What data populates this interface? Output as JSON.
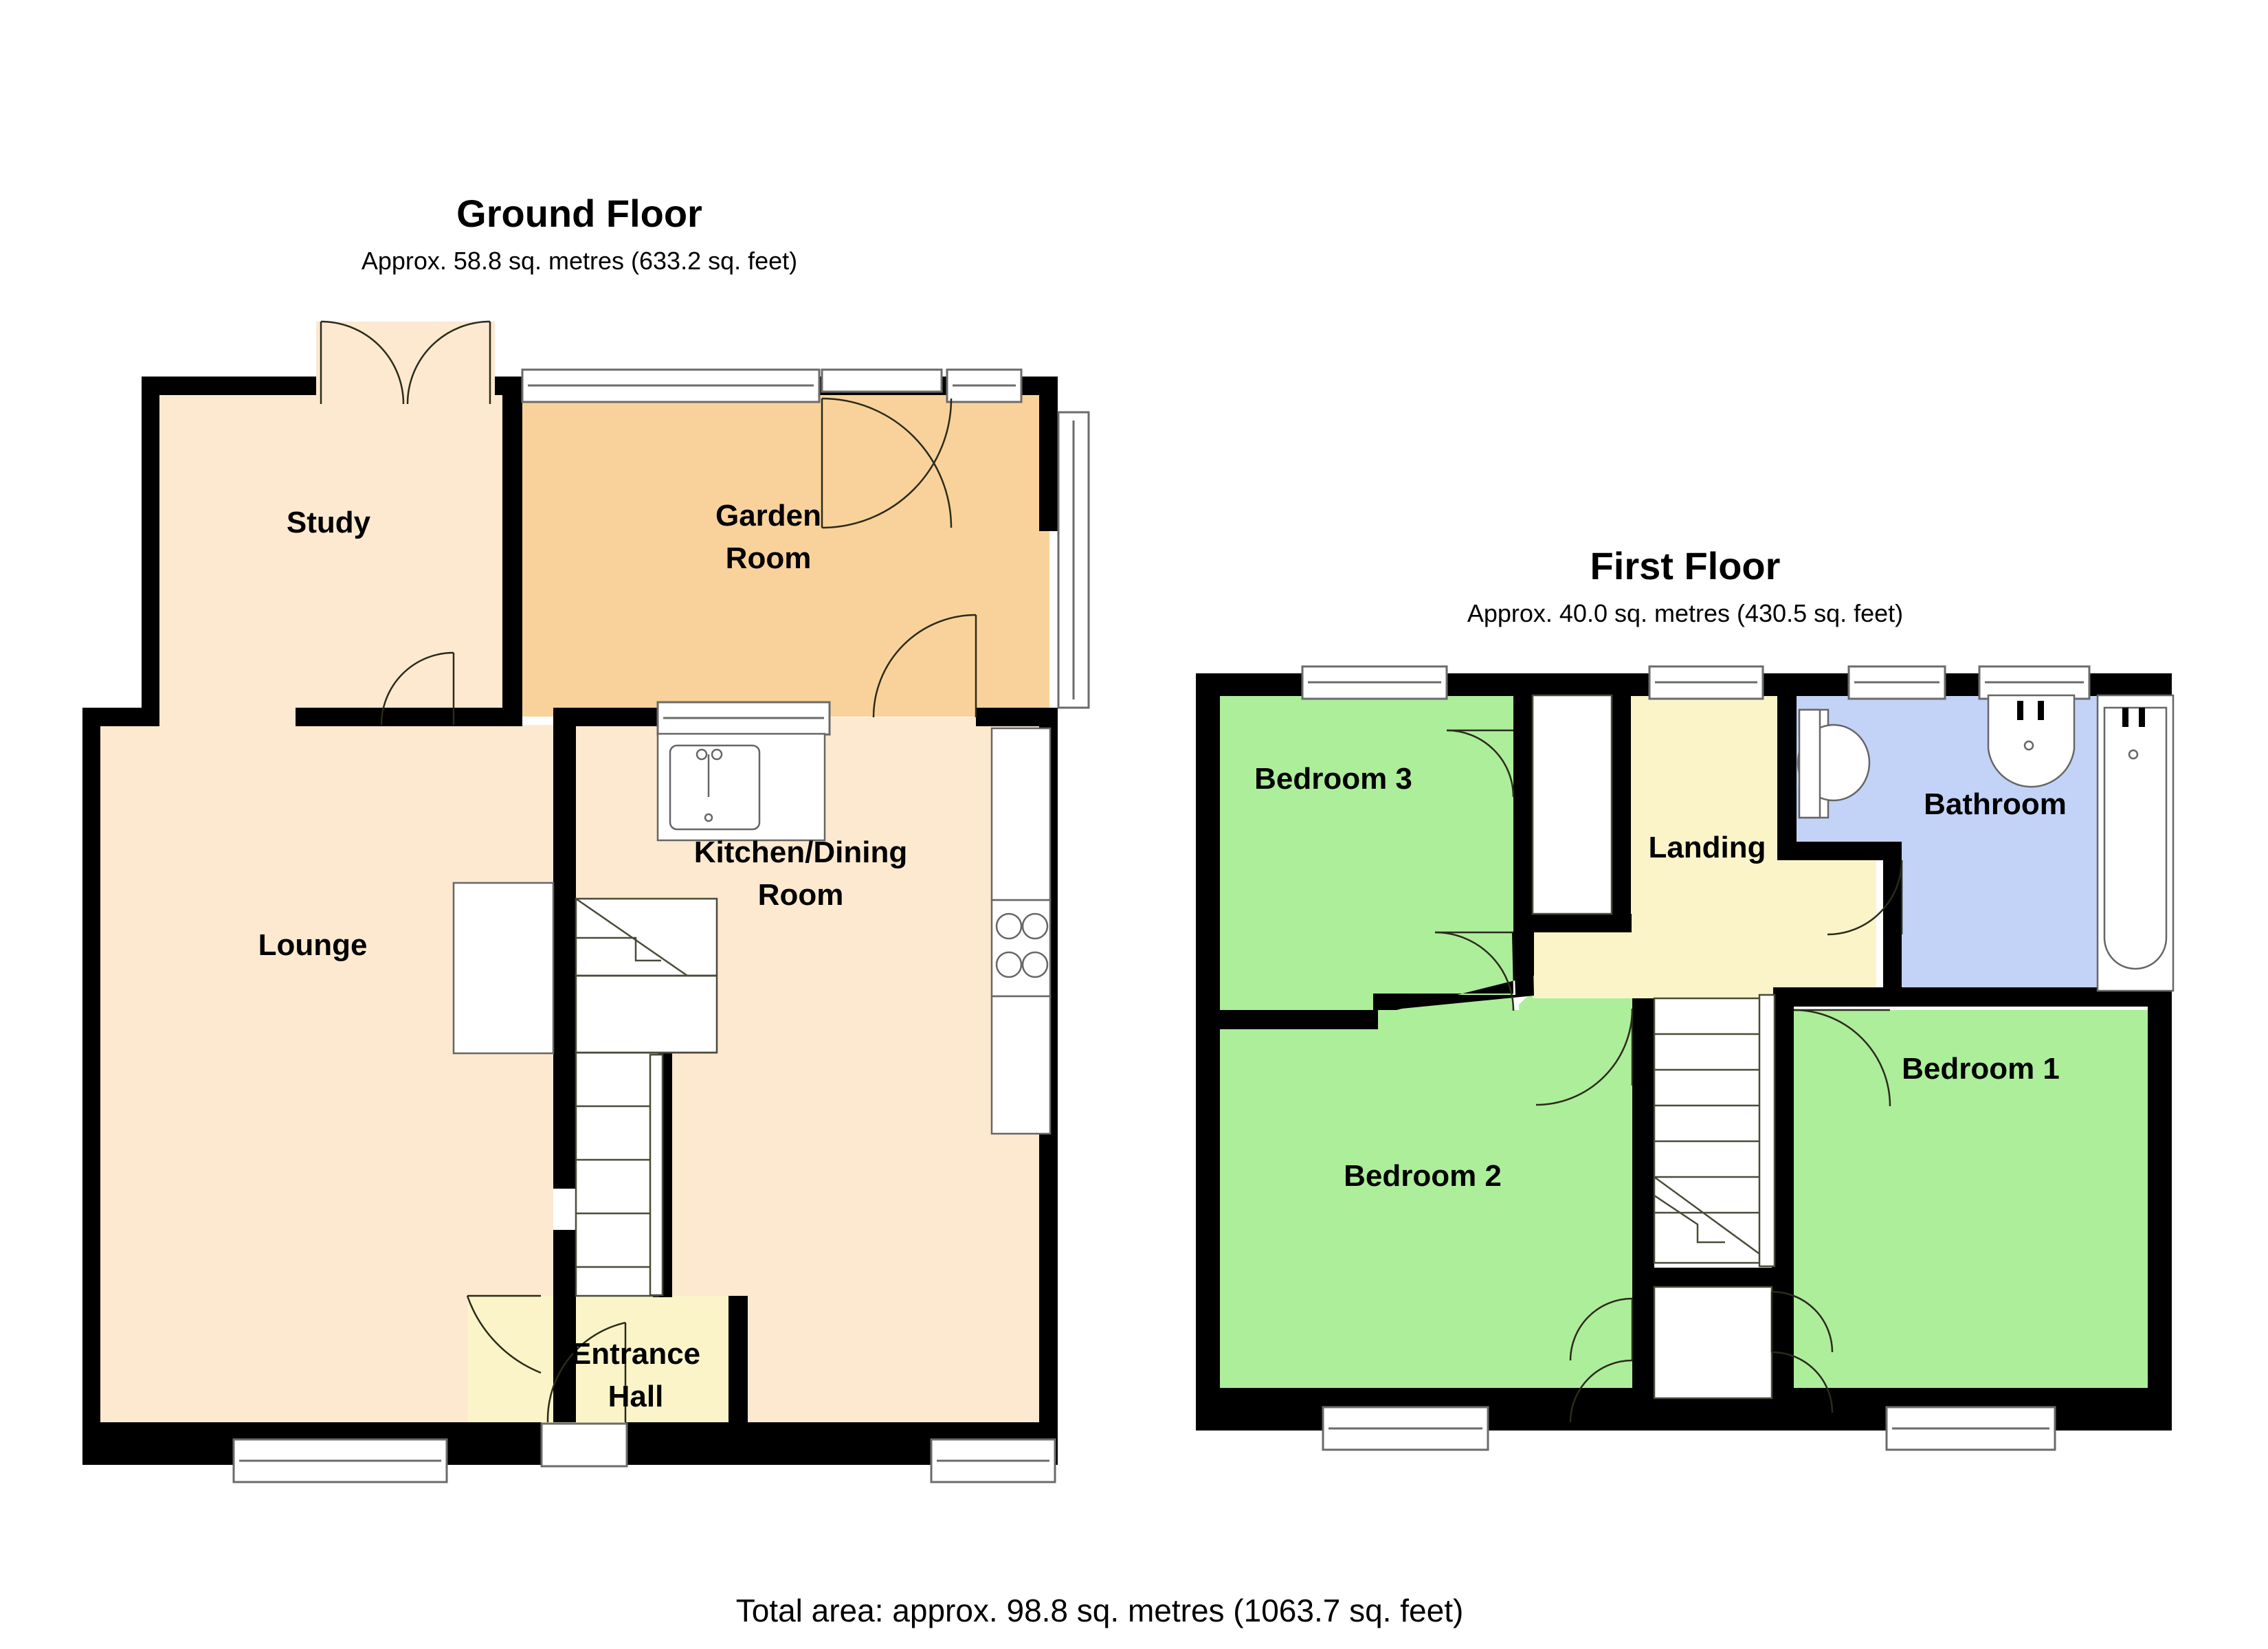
{
  "document": {
    "type": "floor-plan",
    "total_area_text": "Total area: approx. 98.8 sq. metres (1063.7 sq. feet)"
  },
  "ground_floor": {
    "title": "Ground Floor",
    "subtitle": "Approx. 58.8 sq. metres (633.2 sq. feet)",
    "area_metres": "58.8",
    "area_feet": "633.2",
    "rooms": [
      {
        "name": "Study",
        "label": "Study",
        "fill": "#FCE9D0"
      },
      {
        "name": "Garden Room",
        "label_line1": "Garden",
        "label_line2": "Room",
        "fill": "#F9D29B"
      },
      {
        "name": "Lounge",
        "label": "Lounge",
        "fill": "#FCE9D0"
      },
      {
        "name": "Kitchen/Dining Room",
        "label_line1": "Kitchen/Dining",
        "label_line2": "Room",
        "fill": "#FCE9D0"
      },
      {
        "name": "Entrance Hall",
        "label_line1": "Entrance",
        "label_line2": "Hall",
        "fill": "#FAF4C8"
      }
    ]
  },
  "first_floor": {
    "title": "First Floor",
    "subtitle": "Approx. 40.0 sq. metres (430.5 sq. feet)",
    "area_metres": "40.0",
    "area_feet": "430.5",
    "rooms": [
      {
        "name": "Bedroom 3",
        "label": "Bedroom 3",
        "fill": "#ADEE9B"
      },
      {
        "name": "Landing",
        "label": "Landing",
        "fill": "#FAF4C8"
      },
      {
        "name": "Bathroom",
        "label": "Bathroom",
        "fill": "#C3D3F7"
      },
      {
        "name": "Bedroom 1",
        "label": "Bedroom 1",
        "fill": "#ADEE9B"
      },
      {
        "name": "Bedroom 2",
        "label": "Bedroom 2",
        "fill": "#ADEE9B"
      }
    ]
  },
  "colors": {
    "wall": "#000000",
    "cream": "#FCE9D0",
    "orange": "#F9D29B",
    "yellow": "#FAF4C8",
    "green": "#ADEE9B",
    "blue": "#C3D3F7",
    "white": "#FFFFFF",
    "background": "#FFFFFF"
  },
  "fixtures": {
    "ground": [
      "sink",
      "hob"
    ],
    "first": [
      "toilet",
      "wash-basin",
      "bath"
    ]
  }
}
